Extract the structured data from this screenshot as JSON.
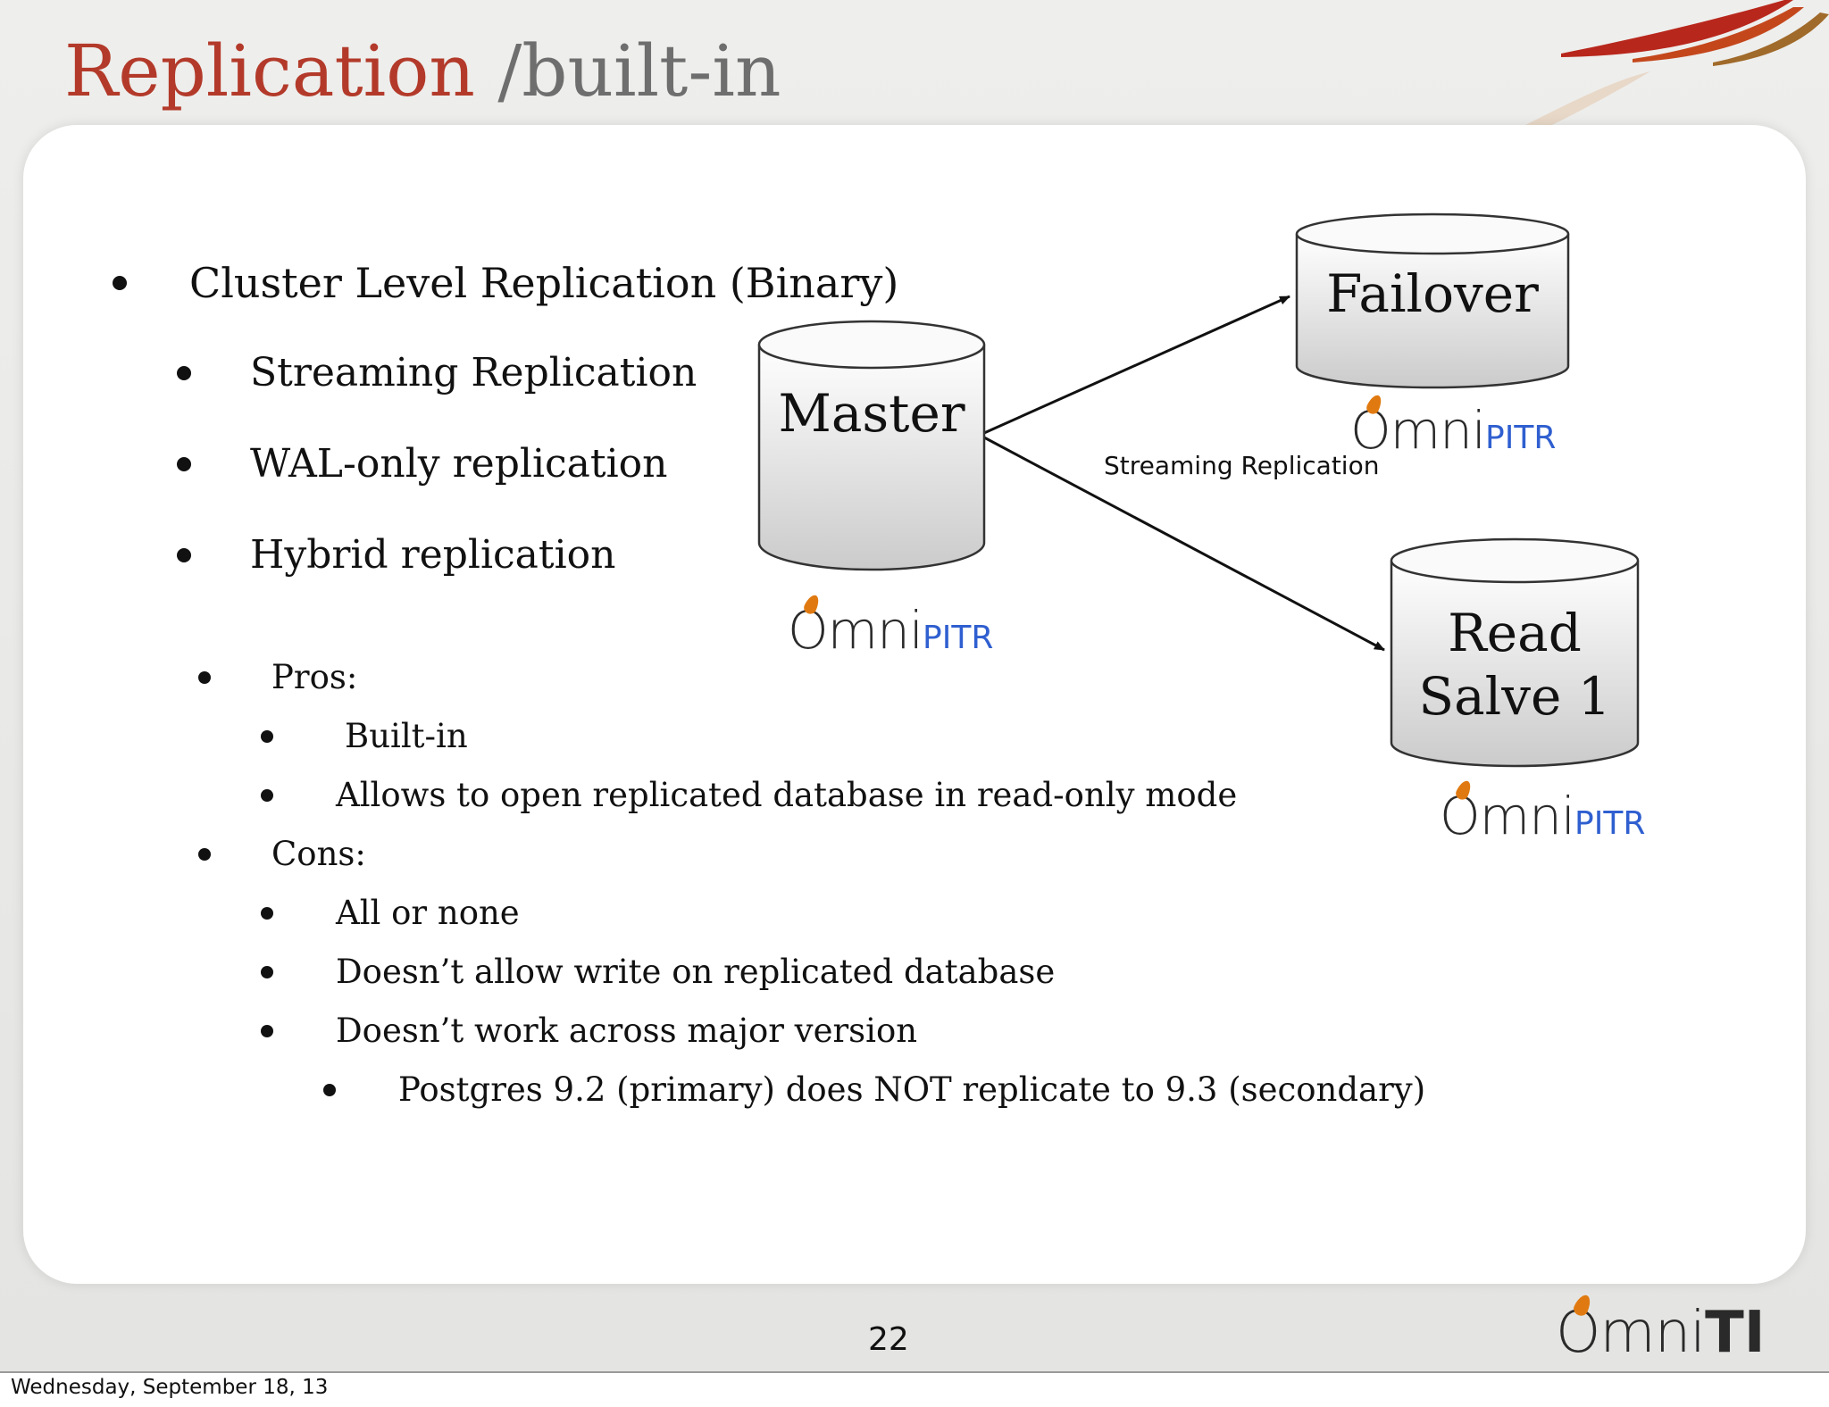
{
  "title": {
    "main": "Replication",
    "sub": " /built-in"
  },
  "bullets": {
    "cluster": "Cluster Level Replication (Binary)",
    "streaming": "Streaming Replication",
    "wal_only": "WAL-only replication",
    "hybrid": "Hybrid replication",
    "pros": "Pros:",
    "pros_items": [
      "Built-in",
      "Allows to open replicated database in read-only mode"
    ],
    "cons": "Cons:",
    "cons_items": [
      "All or none",
      "Doesn’t allow write on replicated database",
      "Doesn’t work across major version"
    ],
    "cons_sub": "Postgres 9.2 (primary)  does NOT replicate to 9.3 (secondary)"
  },
  "diagram": {
    "master": "Master",
    "failover": "Failover",
    "read_slave_line1": "Read",
    "read_slave_line2": "Salve 1",
    "edge_label": "Streaming Replication",
    "logo_omni": "Omni",
    "logo_pitr": "PITR"
  },
  "footer": {
    "page_number": "22",
    "logo_omni": "Omni",
    "logo_ti": "TI",
    "date": "Wednesday, September 18, 13"
  },
  "colors": {
    "title_red": "#b33a2a",
    "title_gray": "#6e6e6e",
    "pitr_blue": "#2f5fd0",
    "flame": "#e07a10"
  }
}
